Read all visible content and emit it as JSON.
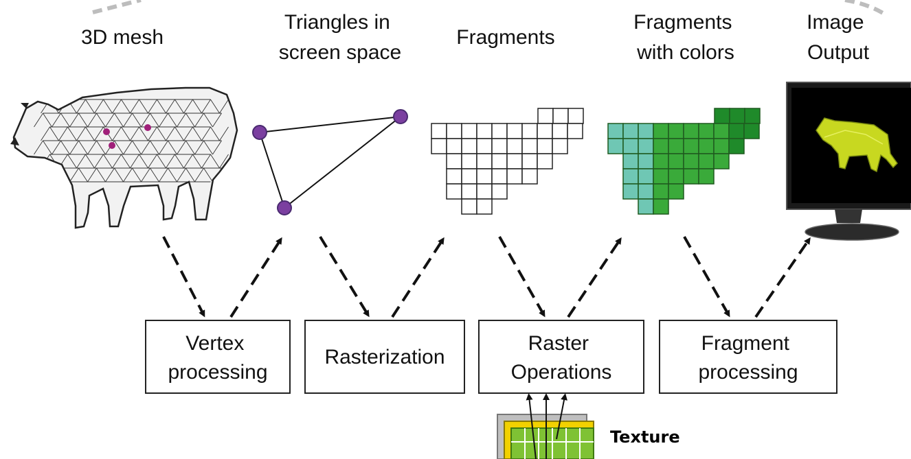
{
  "stages": [
    {
      "lines": [
        "3D mesh"
      ]
    },
    {
      "lines": [
        "Triangles in",
        "screen space"
      ]
    },
    {
      "lines": [
        "Fragments"
      ]
    },
    {
      "lines": [
        "Fragments",
        "with colors"
      ]
    },
    {
      "lines": [
        "Image",
        "Output"
      ]
    }
  ],
  "processes": [
    {
      "lines": [
        "Vertex",
        "processing"
      ]
    },
    {
      "lines": [
        "Rasterization"
      ]
    },
    {
      "lines": [
        "Raster",
        "Operations"
      ]
    },
    {
      "lines": [
        "Fragment",
        "processing"
      ]
    }
  ],
  "texture_label": "Texture",
  "colors": {
    "vertex_dot": "#7b3fa0",
    "mesh_node": "#a0207a",
    "fragment_teal": "#6fc7b4",
    "fragment_green": "#3aaa3a",
    "fragment_dark_green": "#1f8a2a",
    "cow_render": "#c8d820",
    "monitor": "#1a1a1a"
  }
}
